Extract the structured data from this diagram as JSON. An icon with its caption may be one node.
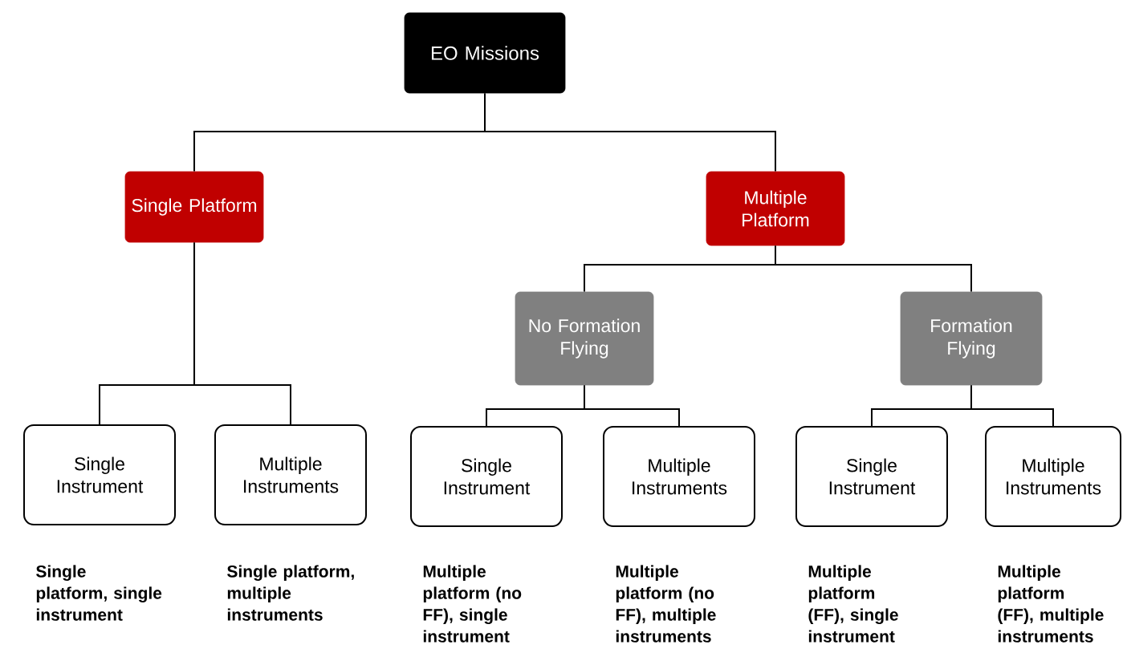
{
  "diagram": {
    "nodes": [
      {
        "text": [
          "EO Missions"
        ]
      },
      {
        "text": [
          "Single Platform"
        ]
      },
      {
        "text": [
          "Multiple Platform"
        ]
      },
      {
        "text": [
          "No Formation Flying"
        ]
      },
      {
        "text": [
          "Formation Flying"
        ]
      },
      {
        "text": [
          "Single Instrument"
        ],
        "beside": [
          "Single platform, single instrument"
        ]
      },
      {
        "text": [
          "Multiple Instruments"
        ],
        "beside": [
          "Single platform, multiple instruments"
        ]
      },
      {
        "text": [
          "Single Instrument"
        ],
        "beside": [
          "Multiple platform (no FF), single instrument"
        ]
      },
      {
        "text": [
          "Multiple Instruments"
        ],
        "beside": [
          "Multiple platform (no FF), multiple instruments"
        ]
      },
      {
        "text": [
          "Single Instrument"
        ],
        "beside": [
          "Multiple platform (FF), single instrument"
        ]
      },
      {
        "text": [
          "Multiple Instruments"
        ],
        "beside": [
          "Multiple platform (FF), multiple instruments"
        ]
      }
    ],
    "edges": [
      {
        "from": 0,
        "to": 1,
        "arrow": "none"
      },
      {
        "from": 0,
        "to": 2,
        "arrow": "none"
      },
      {
        "from": 1,
        "to": 5,
        "arrow": "none"
      },
      {
        "from": 1,
        "to": 6,
        "arrow": "none"
      },
      {
        "from": 2,
        "to": 3,
        "arrow": "none"
      },
      {
        "from": 2,
        "to": 4,
        "arrow": "none"
      },
      {
        "from": 3,
        "to": 7,
        "arrow": "none"
      },
      {
        "from": 3,
        "to": 8,
        "arrow": "none"
      },
      {
        "from": 4,
        "to": 9,
        "arrow": "none"
      },
      {
        "from": 4,
        "to": 10,
        "arrow": "none"
      }
    ]
  }
}
